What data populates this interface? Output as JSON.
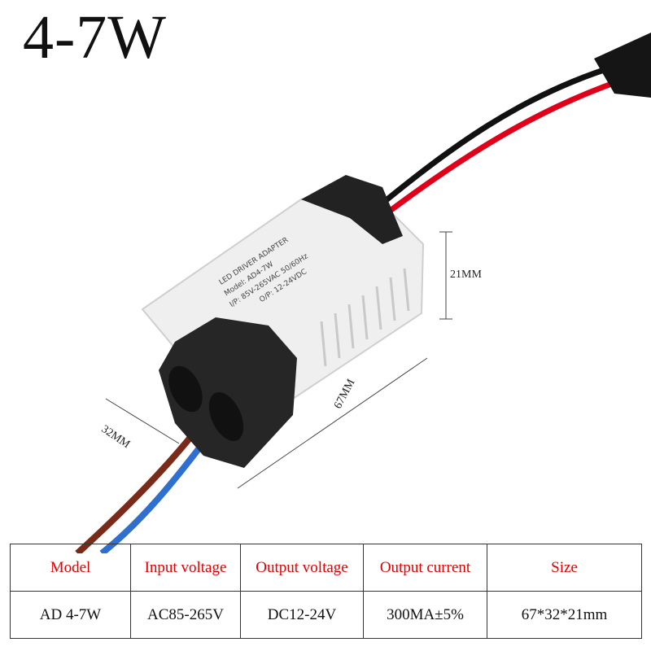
{
  "title": "4-7W",
  "label": {
    "line1": "LED DRIVER ADAPTER",
    "line2": "Model: AD4-7W",
    "line3": "I/P: 85V-265VAC 50/60Hz",
    "line4": "O/P: 12-24VDC"
  },
  "dimensions": {
    "height": "21MM",
    "length": "67MM",
    "width": "32MM"
  },
  "colors": {
    "header_text": "#e00000",
    "wire_red": "#e0001a",
    "wire_black": "#111111",
    "wire_brown": "#7a2a18",
    "wire_blue": "#2f6fd0"
  },
  "table": {
    "headers": [
      "Model",
      "Input voltage",
      "Output voltage",
      "Output current",
      "Size"
    ],
    "values": [
      "AD 4-7W",
      "AC85-265V",
      "DC12-24V",
      "300MA±5%",
      "67*32*21mm"
    ]
  }
}
